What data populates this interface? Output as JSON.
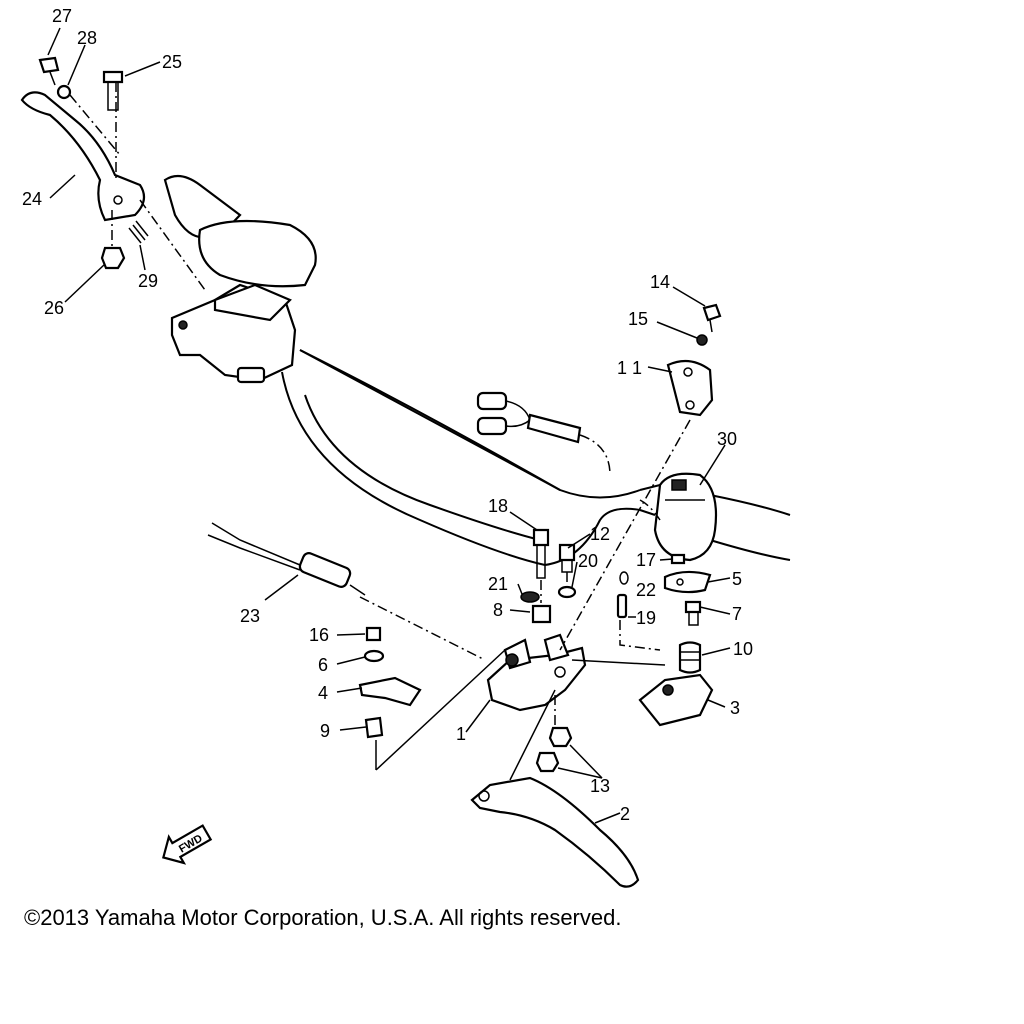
{
  "callouts": {
    "c1": "1",
    "c2": "2",
    "c3": "3",
    "c4": "4",
    "c5": "5",
    "c6": "6",
    "c7": "7",
    "c8": "8",
    "c9": "9",
    "c10": "10",
    "c11": "1 1",
    "c12": "12",
    "c13": "13",
    "c14": "14",
    "c15": "15",
    "c16": "16",
    "c17": "17",
    "c18": "18",
    "c19": "19",
    "c20": "20",
    "c21": "21",
    "c22": "22",
    "c23": "23",
    "c24": "24",
    "c25": "25",
    "c26": "26",
    "c27": "27",
    "c28": "28",
    "c29": "29",
    "c30": "30"
  },
  "direction_badge": "FWD",
  "copyright": "©2013 Yamaha Motor Corporation, U.S.A. All rights reserved."
}
